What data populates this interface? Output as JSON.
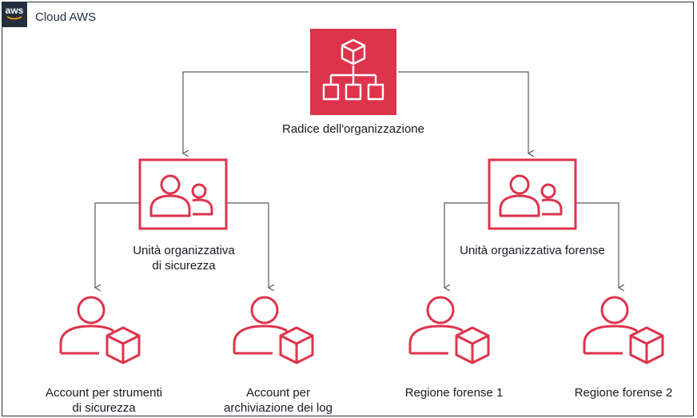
{
  "cloud": {
    "title": "Cloud AWS",
    "badge": "aws"
  },
  "colors": {
    "accent": "#dd344c",
    "frame": "#232f3e",
    "connector": "#545b64"
  },
  "nodes": {
    "root": {
      "label": "Radice dell'organizzazione",
      "icon": "organization-root-icon"
    },
    "ou_security": {
      "label_line1": "Unità organizzativa",
      "label_line2": "di sicurezza",
      "icon": "organizational-unit-icon"
    },
    "ou_forensic": {
      "label": "Unità organizzativa forense",
      "icon": "organizational-unit-icon"
    },
    "acct_tools": {
      "label_line1": "Account per strumenti",
      "label_line2": "di sicurezza",
      "icon": "account-icon"
    },
    "acct_logs": {
      "label_line1": "Account per",
      "label_line2": "archiviazione dei log",
      "icon": "account-icon"
    },
    "region1": {
      "label": "Regione forense 1",
      "icon": "account-icon"
    },
    "region2": {
      "label": "Regione forense 2",
      "icon": "account-icon"
    }
  }
}
